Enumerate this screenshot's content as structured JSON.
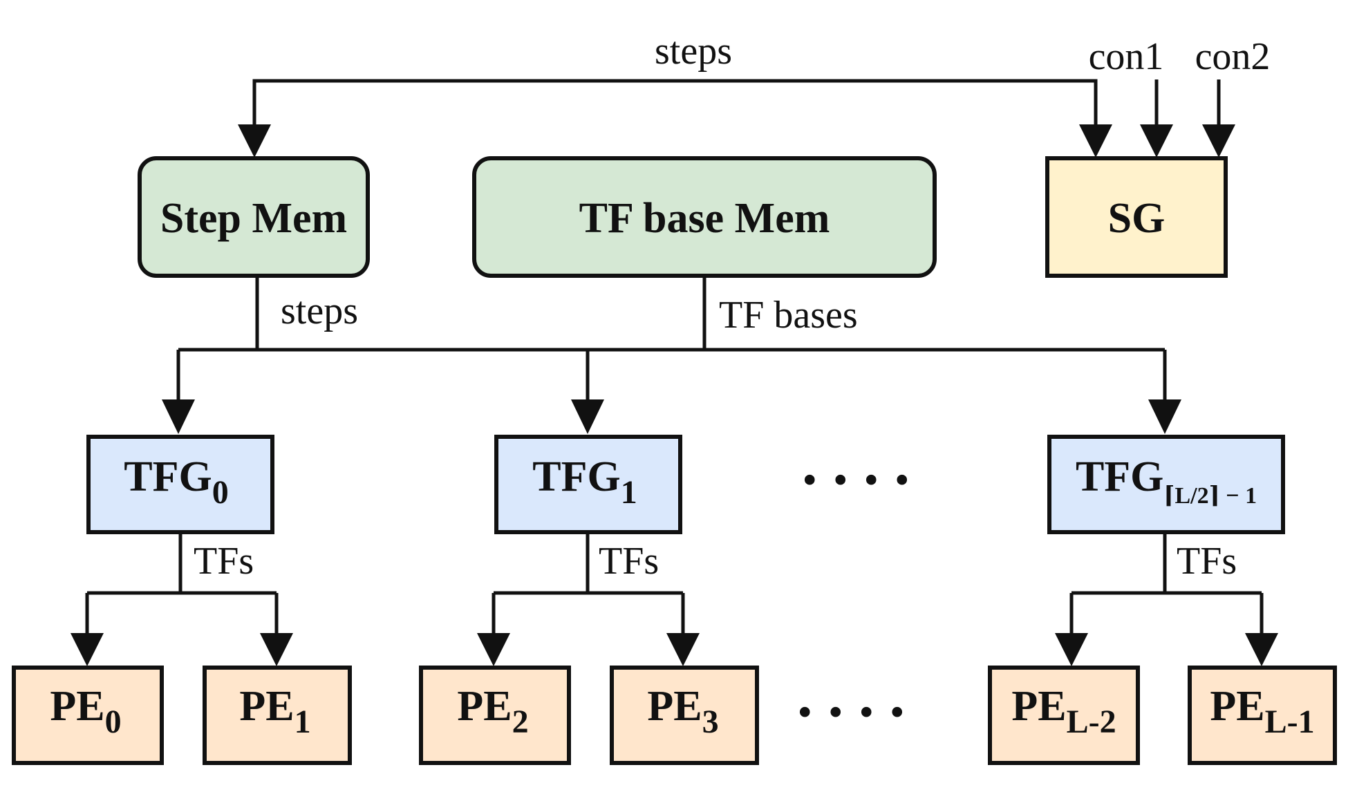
{
  "colors": {
    "memory_fill": "#d5e8d4",
    "sg_fill": "#fff2cc",
    "tfg_fill": "#dae8fc",
    "pe_fill": "#ffe6cc",
    "stroke": "#111111"
  },
  "inputs": {
    "steps_top": "steps",
    "con1": "con1",
    "con2": "con2",
    "steps_mid": "steps",
    "tf_bases": "TF bases"
  },
  "memories": {
    "step_mem": "Step Mem",
    "tf_base_mem": "TF base Mem",
    "sg": "SG"
  },
  "tfg": [
    {
      "base": "TFG",
      "sub": "0",
      "tfs": "TFs"
    },
    {
      "base": "TFG",
      "sub": "1",
      "tfs": "TFs"
    },
    {
      "base": "TFG",
      "sub": "⌈L/2⌉ − 1",
      "tfs": "TFs"
    }
  ],
  "pe": [
    {
      "base": "PE",
      "sub": "0"
    },
    {
      "base": "PE",
      "sub": "1"
    },
    {
      "base": "PE",
      "sub": "2"
    },
    {
      "base": "PE",
      "sub": "3"
    },
    {
      "base": "PE",
      "sub": "L-2"
    },
    {
      "base": "PE",
      "sub": "L-1"
    }
  ],
  "ellipsis": {
    "tfg_row": "....",
    "pe_row": "...."
  }
}
